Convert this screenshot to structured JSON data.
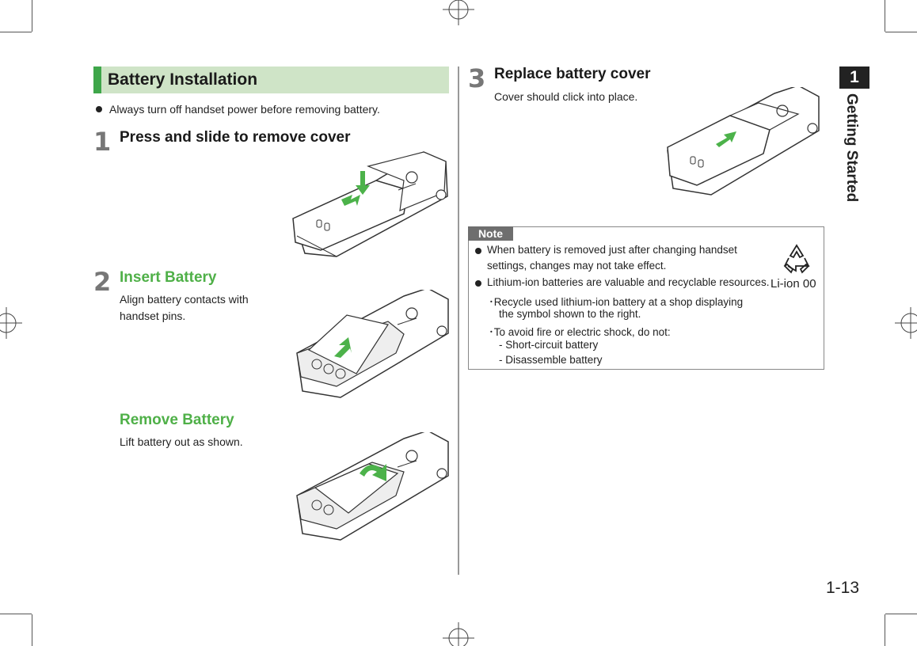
{
  "section": {
    "title": "Battery Installation"
  },
  "intro_bullet": "Always turn off handset power before removing battery.",
  "steps": [
    {
      "number": "1",
      "title": "Press and slide to remove cover"
    },
    {
      "number": "2",
      "title": "Insert Battery",
      "desc_lines": [
        "Align battery contacts with",
        "handset pins."
      ]
    },
    {
      "number": "",
      "title": "Remove Battery",
      "desc_lines": [
        "Lift battery out as shown."
      ]
    },
    {
      "number": "3",
      "title": "Replace battery cover",
      "desc_lines": [
        "Cover should click into place."
      ]
    }
  ],
  "note": {
    "label": "Note",
    "lines": [
      "When battery is removed just after changing handset",
      "settings, changes may not take effect.",
      "Lithium-ion batteries are valuable and recyclable resources.",
      "･Recycle used lithium-ion battery at a shop displaying",
      "the symbol shown to the right.",
      "･To avoid fire or electric shock, do not:",
      "- Short-circuit battery",
      "- Disassemble battery"
    ],
    "recycle_label": "Li-ion 00"
  },
  "chapter": {
    "number": "1",
    "title": "Getting Started"
  },
  "page_number": "1-13",
  "colors": {
    "accent_green": "#3ea64a",
    "header_bg": "#cfe4c7",
    "step_title_green": "#4fb048",
    "arrow_green": "#4cb24a"
  },
  "icons": [
    "recycle-icon",
    "registration-mark-icon",
    "green-arrow-icon"
  ]
}
